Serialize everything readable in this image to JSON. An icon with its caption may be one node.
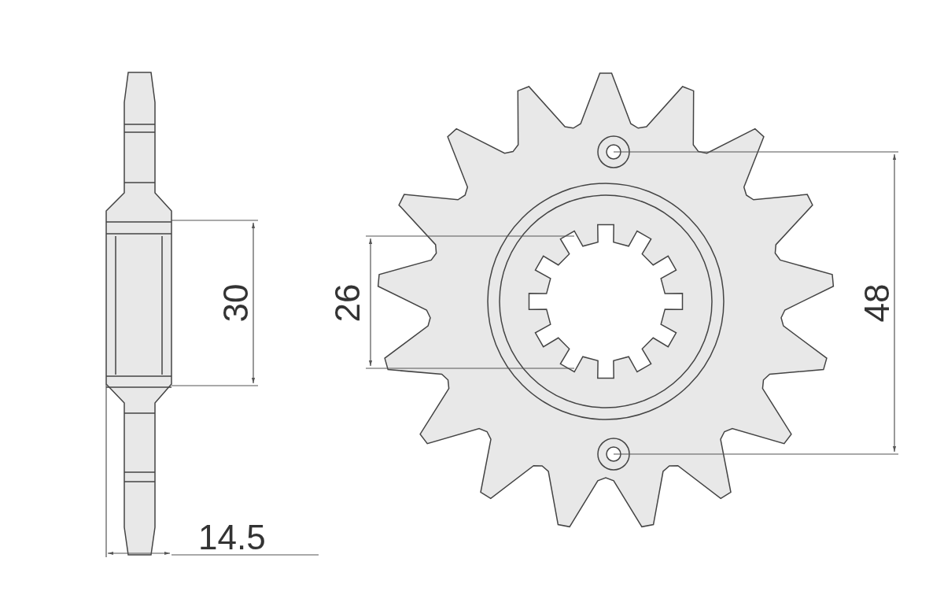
{
  "diagram": {
    "labels": [
      "30",
      "26",
      "48",
      "14.5"
    ]
  }
}
